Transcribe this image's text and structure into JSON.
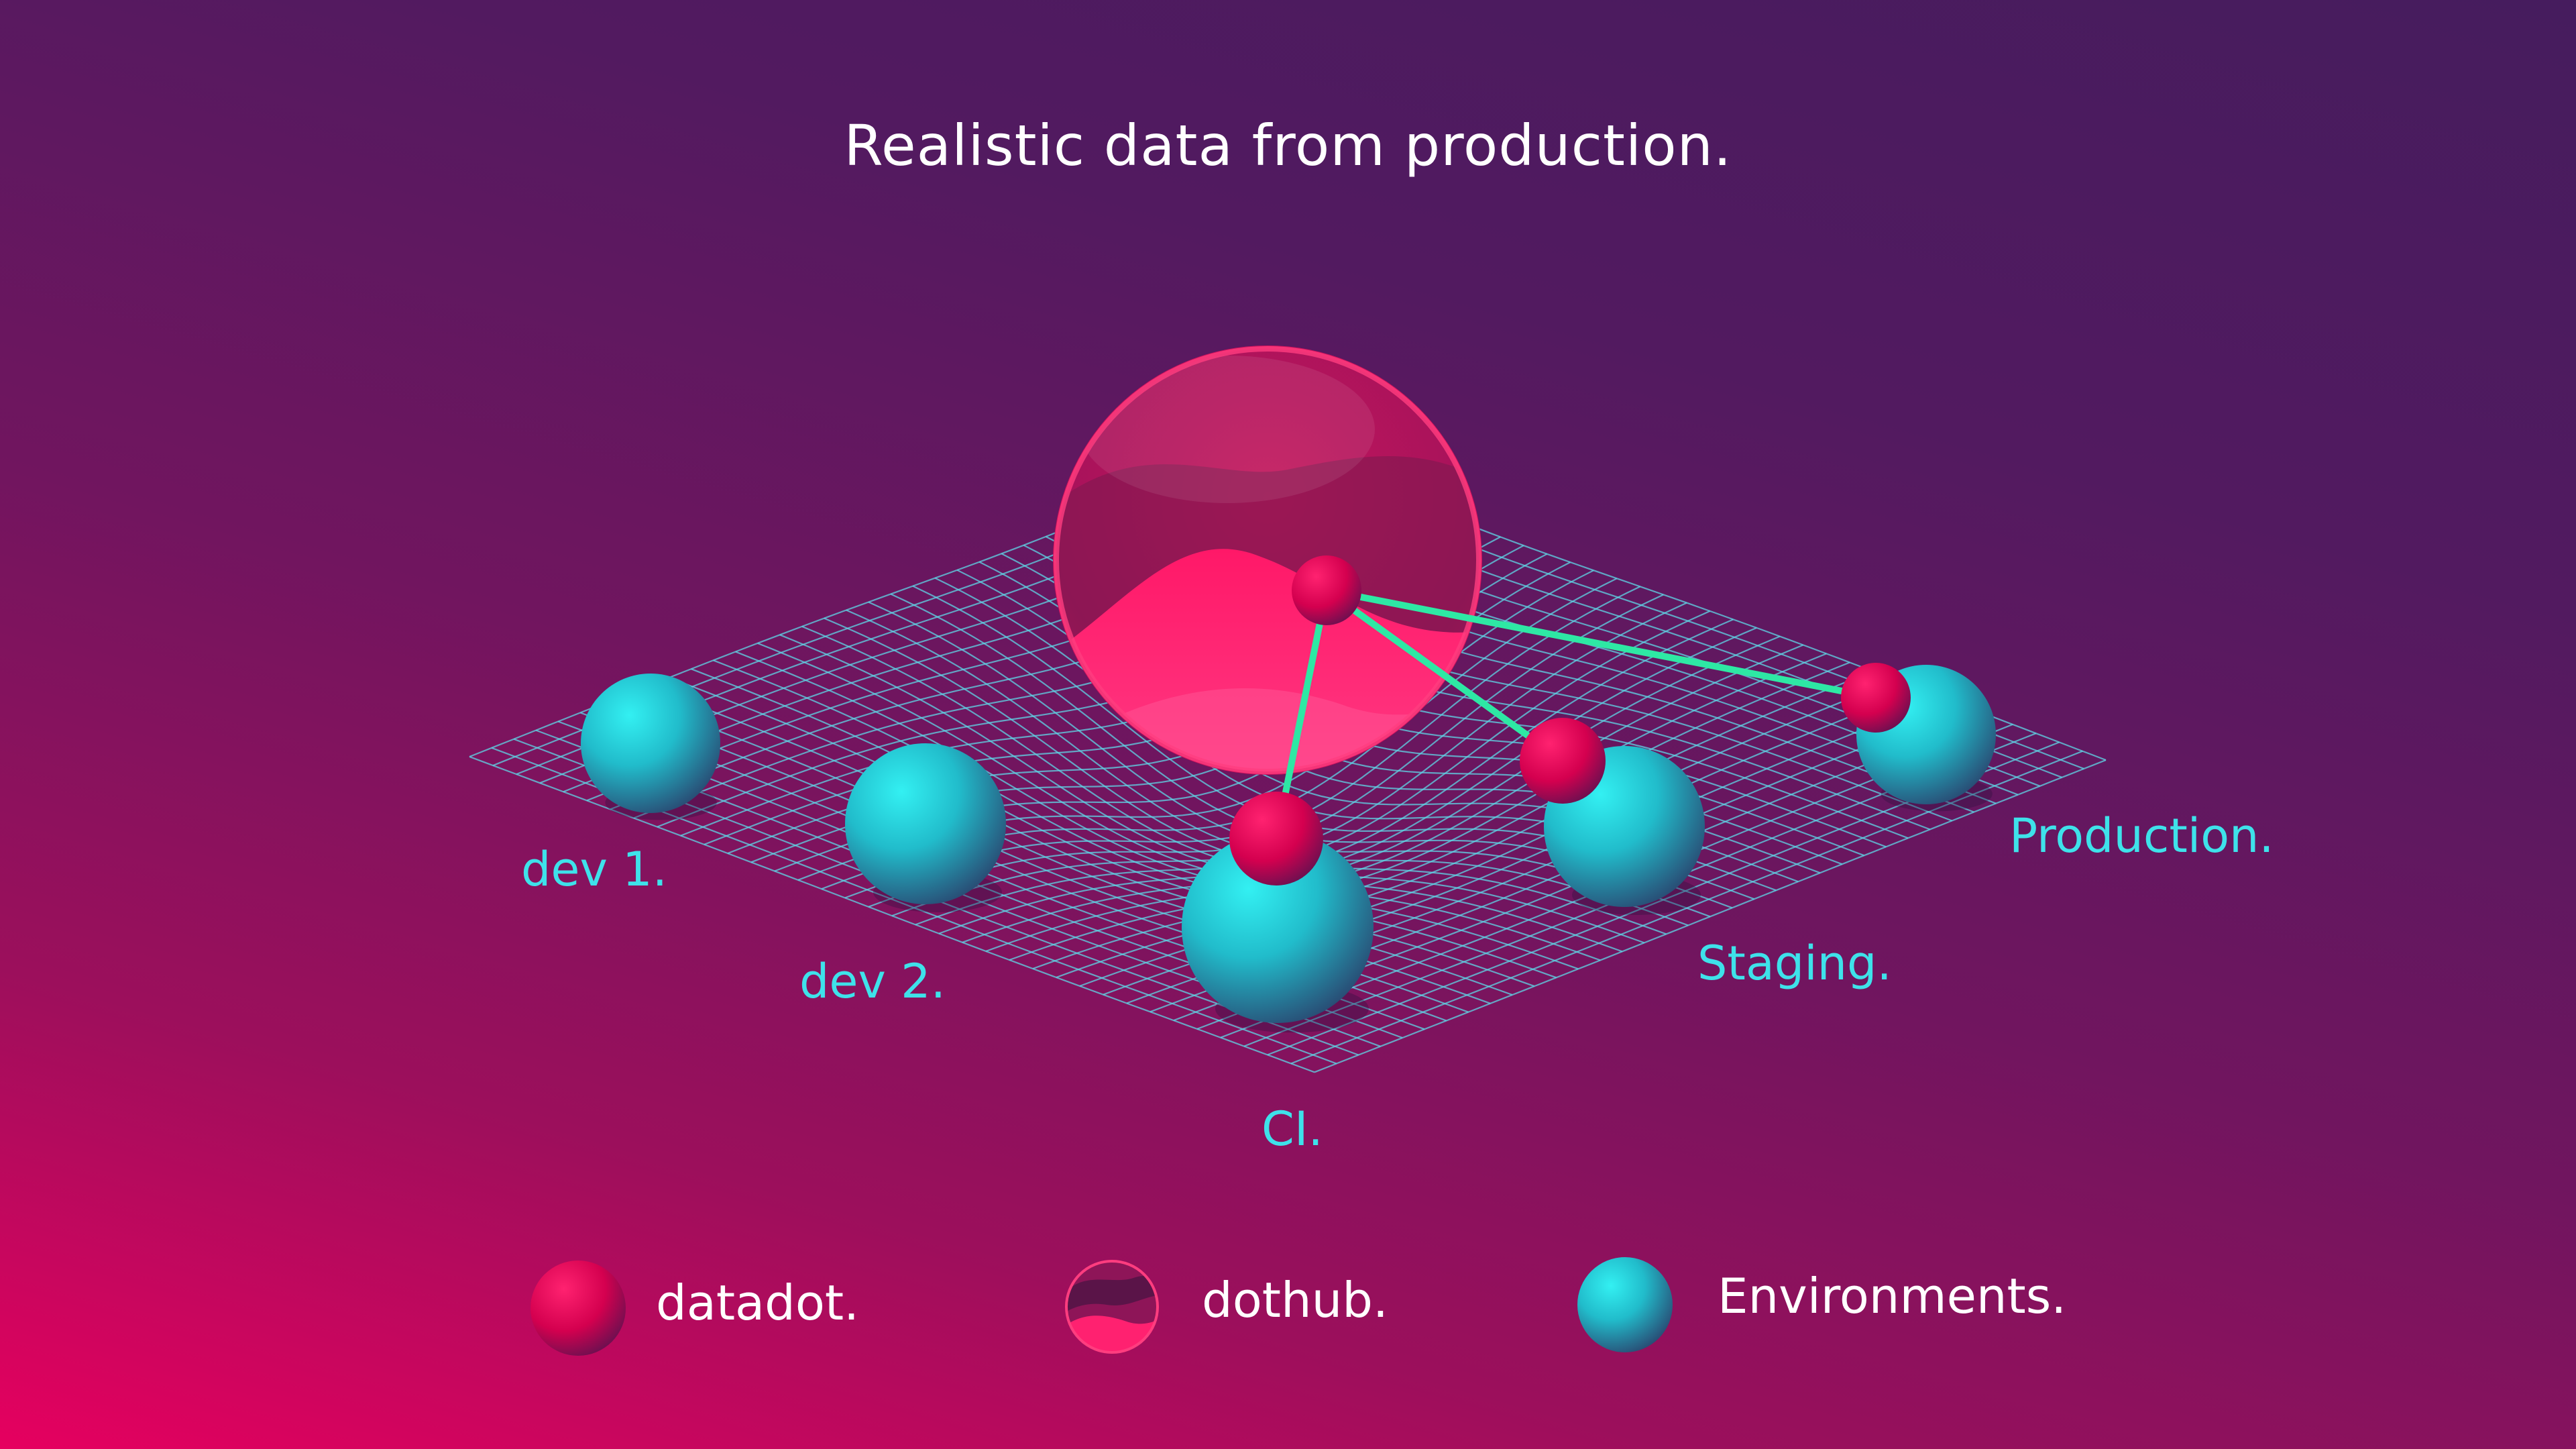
{
  "title": "Realistic data from production.",
  "environments": [
    {
      "id": "dev1",
      "label": "dev 1."
    },
    {
      "id": "dev2",
      "label": "dev 2."
    },
    {
      "id": "ci",
      "label": "CI."
    },
    {
      "id": "staging",
      "label": "Staging."
    },
    {
      "id": "production",
      "label": "Production."
    }
  ],
  "connections": [
    {
      "from": "dothub",
      "to": "ci"
    },
    {
      "from": "dothub",
      "to": "staging"
    },
    {
      "from": "dothub",
      "to": "production"
    }
  ],
  "legend": [
    {
      "icon": "datadot-icon",
      "label": "datadot."
    },
    {
      "icon": "dothub-icon",
      "label": "dothub."
    },
    {
      "icon": "environment-icon",
      "label": "Environments."
    }
  ],
  "colors": {
    "background_top": "#461c5e",
    "background_bottom": "#e6005f",
    "grid": "#5fd6e6",
    "environment": "#2ad8de",
    "datadot": "#ff0a5a",
    "connector": "#2ee8a4",
    "label": "#3ee2ea"
  }
}
